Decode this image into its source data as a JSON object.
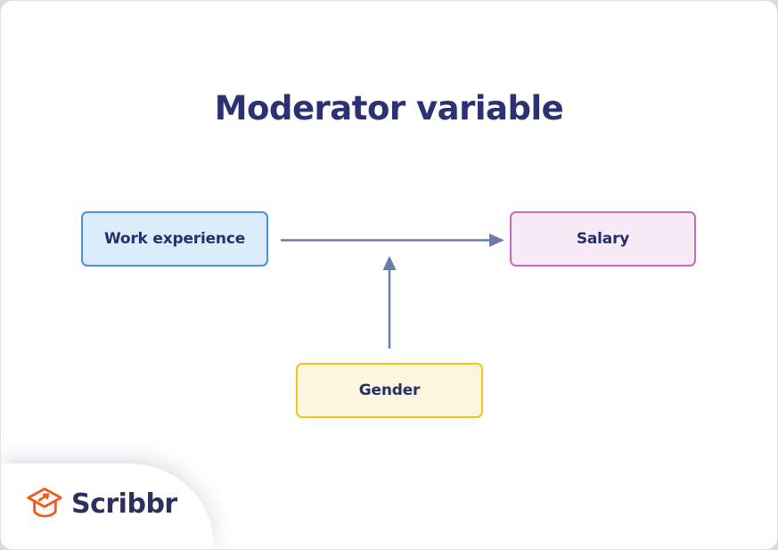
{
  "page": {
    "title": "Moderator variable"
  },
  "diagram": {
    "type": "moderator-variable-diagram",
    "nodes": [
      {
        "id": "work-experience",
        "label": "Work experience",
        "role": "independent-variable",
        "fill": "#ddecfb",
        "border": "#4a90e8"
      },
      {
        "id": "salary",
        "label": "Salary",
        "role": "dependent-variable",
        "fill": "#f8e9f7",
        "border": "#c26cc6"
      },
      {
        "id": "gender",
        "label": "Gender",
        "role": "moderator-variable",
        "fill": "#fdf6de",
        "border": "#f3c51f"
      }
    ],
    "edges": [
      {
        "from": "work-experience",
        "to": "salary",
        "type": "arrow"
      },
      {
        "from": "gender",
        "to": "edge:work-experience->salary",
        "type": "arrow"
      }
    ],
    "arrow_color": "#6d7ba9",
    "node_text_color": "#22306b"
  },
  "branding": {
    "logo_text": "Scribbr",
    "logo_text_color": "#2e2f5e",
    "logo_icon": "graduation-cap-icon",
    "logo_icon_color": "#f4581f"
  },
  "colors": {
    "card_background": "#ffffff",
    "page_edge": "#d8dbe4",
    "title_text": "#2b3173"
  }
}
